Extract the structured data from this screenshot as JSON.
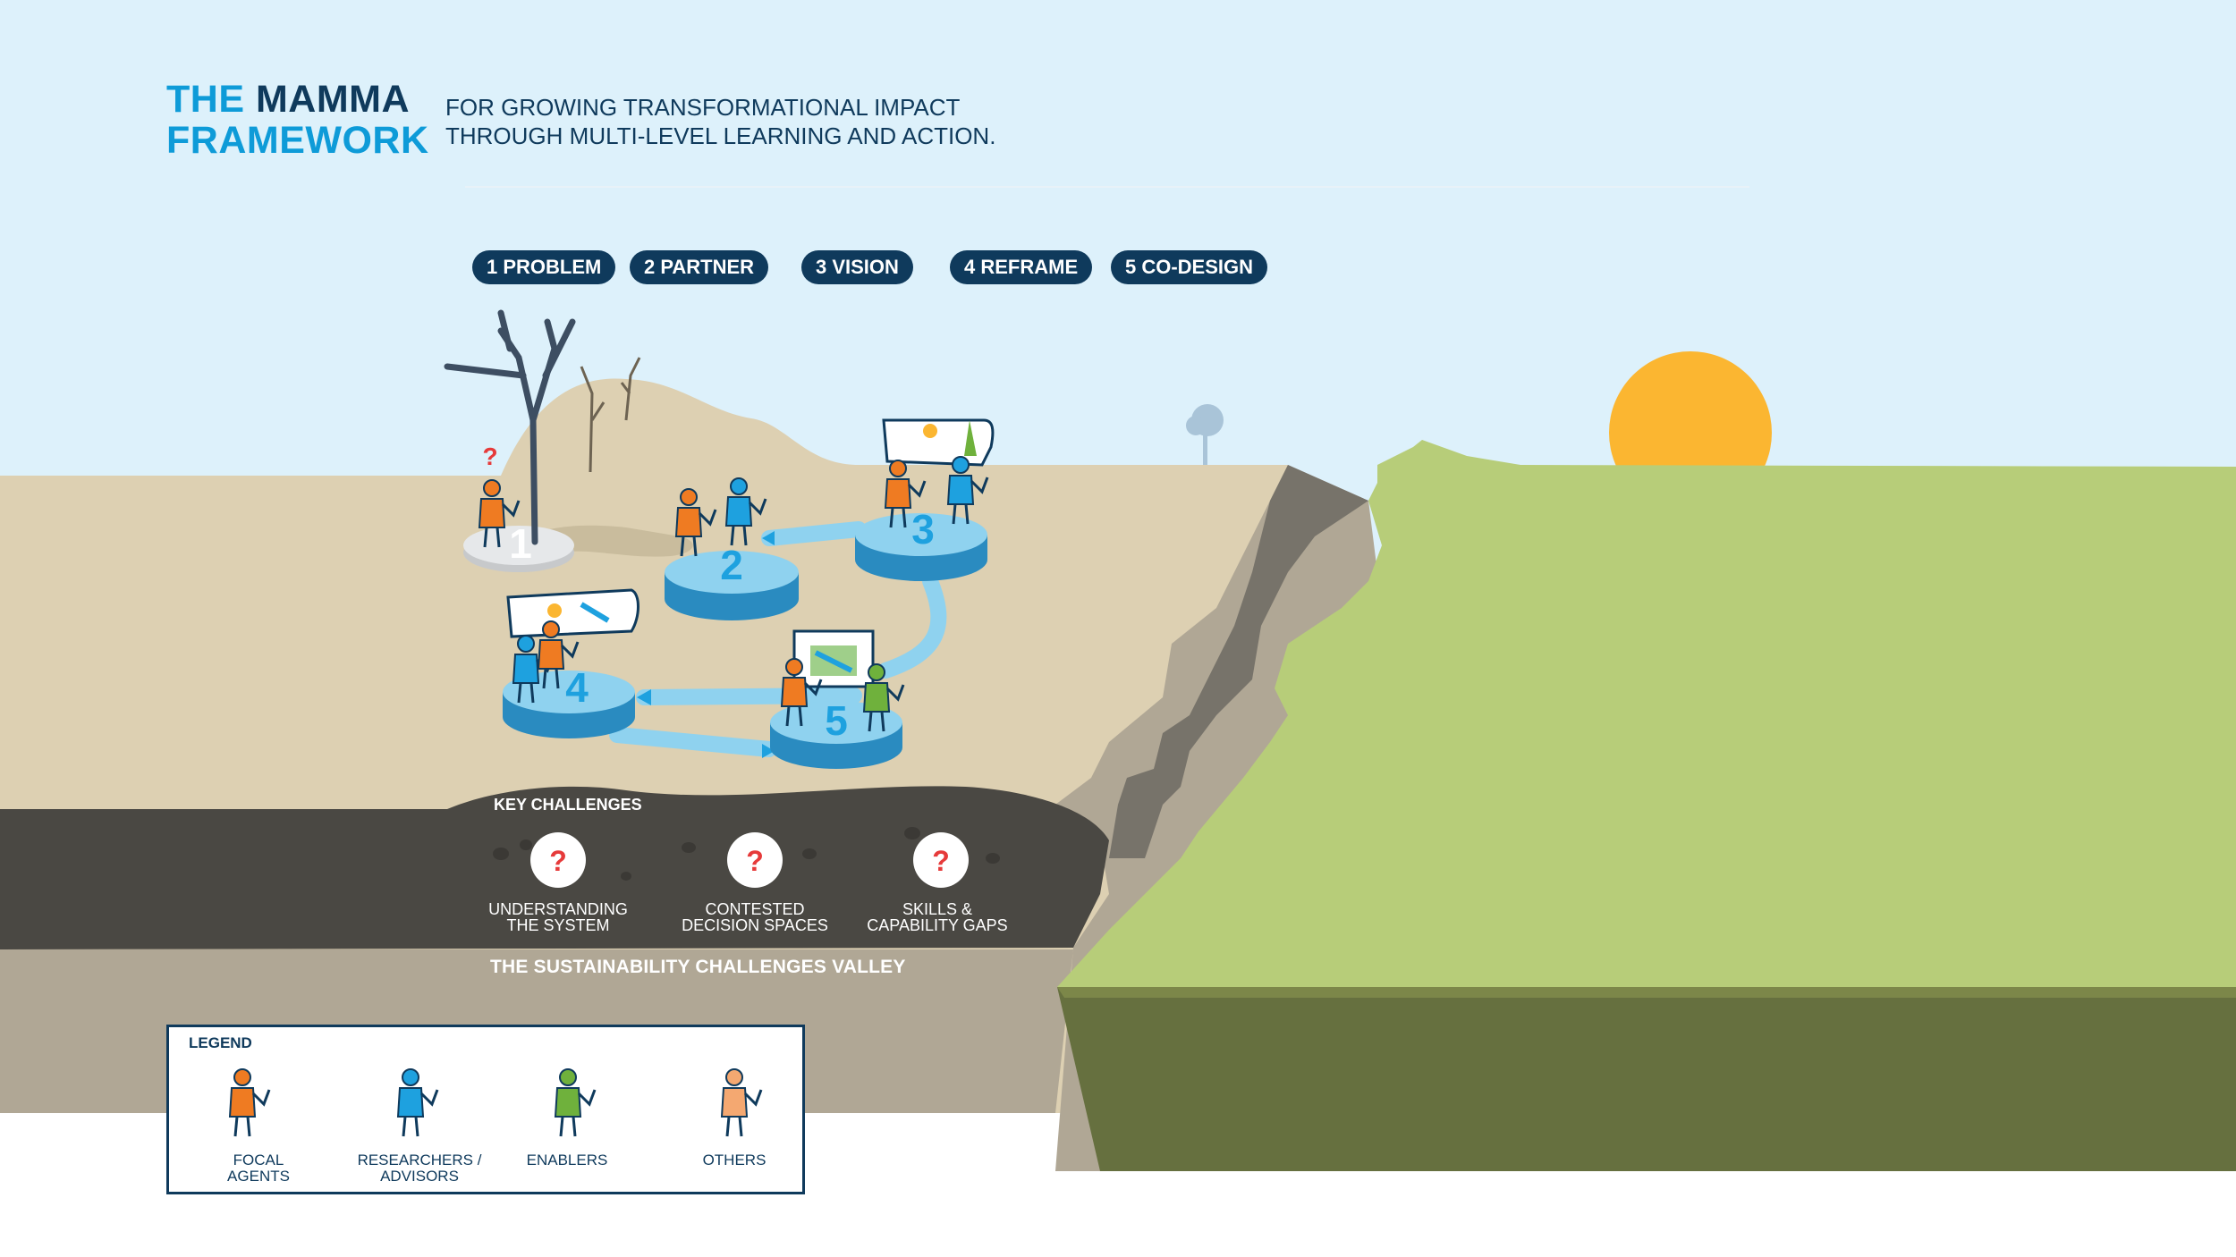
{
  "header": {
    "title_word1": "THE",
    "title_word2": "MAMMA",
    "title_line2": "FRAMEWORK",
    "subtitle_line1": "FOR GROWING TRANSFORMATIONAL IMPACT",
    "subtitle_line2": "THROUGH MULTI-LEVEL LEARNING AND ACTION."
  },
  "steps": [
    {
      "label": "1 PROBLEM"
    },
    {
      "label": "2 PARTNER"
    },
    {
      "label": "3 VISION"
    },
    {
      "label": "4 REFRAME"
    },
    {
      "label": "5 CO-DESIGN"
    }
  ],
  "platform_numbers": [
    "1",
    "2",
    "3",
    "4",
    "5"
  ],
  "challenges": {
    "title": "KEY CHALLENGES",
    "items": [
      {
        "line1": "UNDERSTANDING",
        "line2": "THE SYSTEM"
      },
      {
        "line1": "CONTESTED",
        "line2": "DECISION SPACES"
      },
      {
        "line1": "SKILLS &",
        "line2": "CAPABILITY GAPS"
      }
    ],
    "icon_glyph": "?"
  },
  "valley_label": "THE SUSTAINABILITY CHALLENGES VALLEY",
  "legend": {
    "title": "LEGEND",
    "items": [
      {
        "line1": "FOCAL",
        "line2": "AGENTS",
        "color": "#ef7b22"
      },
      {
        "line1": "RESEARCHERS /",
        "line2": "ADVISORS",
        "color": "#1ea1df"
      },
      {
        "line1": "ENABLERS",
        "line2": "",
        "color": "#6fb13c"
      },
      {
        "line1": "OTHERS",
        "line2": "",
        "color": "#f4a871"
      }
    ]
  },
  "colors": {
    "sky": "#ddf1fb",
    "ground": "#ddd0b2",
    "soil_dark": "#4a4843",
    "cliff_grass": "#b7cd79",
    "cliff_side": "#66703f",
    "sun": "#fbb631",
    "navy": "#0f3a5c",
    "accent_blue": "#0e9bd8",
    "platform": "#8fd2ef",
    "platform_side": "#2a8bc0",
    "question": "#e63a3a"
  }
}
